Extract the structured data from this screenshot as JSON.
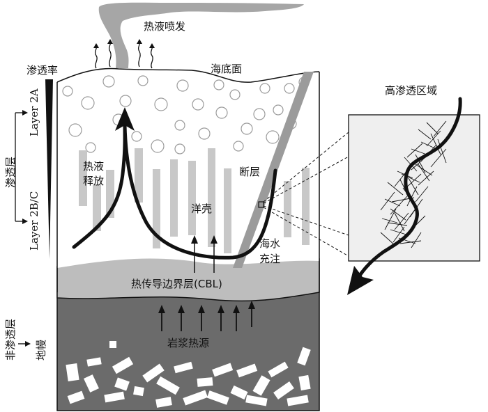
{
  "labels": {
    "vent": "热液喷发",
    "permeability": "渗透率",
    "seafloor": "海底面",
    "layer_2a": "Layer 2A",
    "permeable_layer": "渗透层",
    "layer_2bc": "Layer 2B/C",
    "fluid_release_1": "热液",
    "fluid_release_2": "释放",
    "fault": "断层",
    "crust": "洋壳",
    "seawater_1": "海水",
    "seawater_2": "充注",
    "cbl": "热传导边界层(CBL)",
    "impermeable_layer": "非渗透层",
    "mantle": "地幔",
    "magma_heat": "岩浆热源",
    "high_perm_zone": "高渗透区域"
  },
  "colors": {
    "vent_plume": "#a6a6a6",
    "crust_bg": "#ffffff",
    "vertical_bars": "#c8c8c8",
    "fault": "#9b9b9b",
    "cbl": "#bdbdbd",
    "magma": "#6b6b6b",
    "inset_bg": "#efefef",
    "stroke": "#111111"
  }
}
